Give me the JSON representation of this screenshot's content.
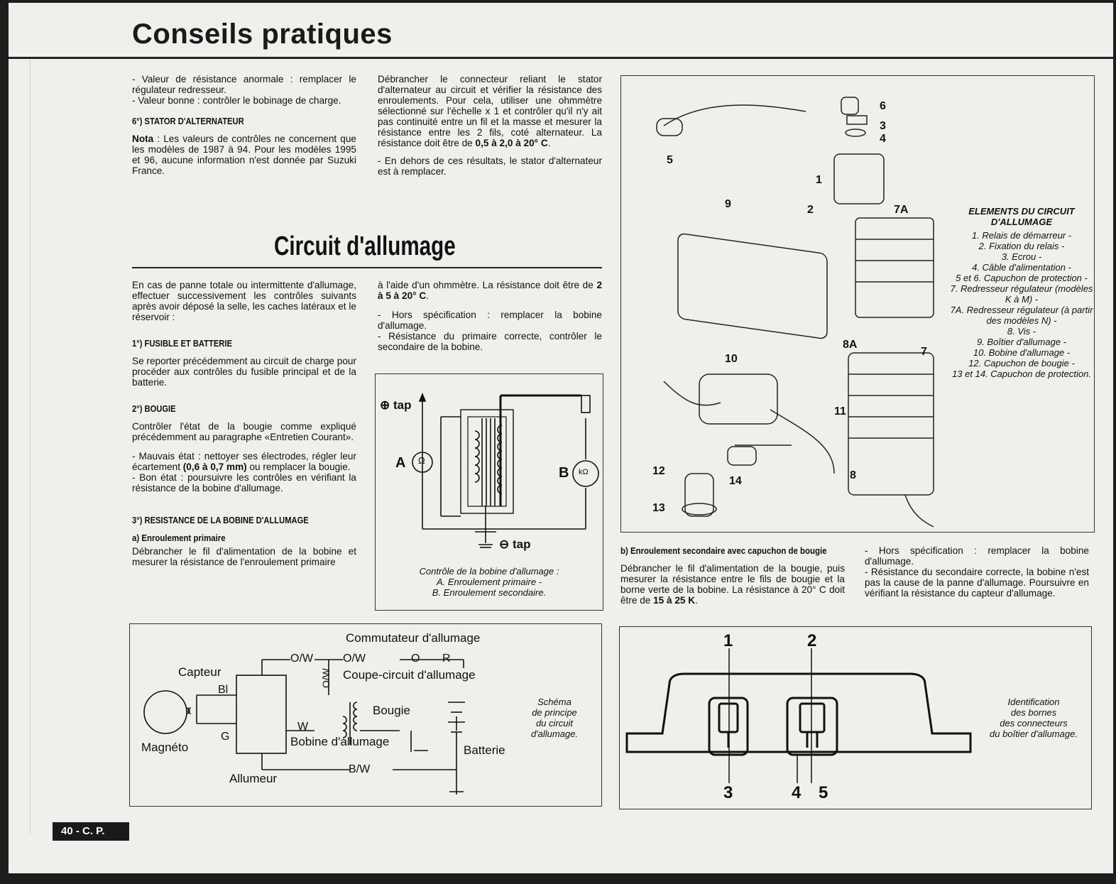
{
  "header": {
    "title": "Conseils pratiques"
  },
  "col1": {
    "p1": "- Valeur de résistance anormale : remplacer le régulateur redresseur.",
    "p2": "- Valeur bonne : contrôler le bobinage de charge.",
    "h6": "6°) STATOR D'ALTERNATEUR",
    "nota_label": "Nota",
    "nota": " : Les valeurs de contrôles ne concernent que les modèles de 1987 à 94. Pour les modèles 1995 et 96, aucune information n'est donnée par Suzuki France."
  },
  "col2": {
    "p1a": "Débrancher le connecteur reliant le stator d'alternateur au circuit et vérifier la résistance des enroulements. Pour cela, utiliser une ohmmètre sélectionné sur l'échelle x 1 et contrôler qu'il n'y ait pas continuité entre un fil et la masse et mesurer la résistance entre les 2 fils, coté alternateur. La résistance doit être de ",
    "p1b": "0,5 à 2,0 à 20° C",
    "p1c": ".",
    "p2": "- En dehors de ces résultats, le stator d'alternateur est à remplacer."
  },
  "section": {
    "title": "Circuit d'allumage"
  },
  "col3": {
    "intro": "En cas de panne totale ou intermittente d'allumage, effectuer successivement les contrôles suivants après avoir déposé la selle, les caches latéraux et le réservoir :",
    "h1": "1°) FUSIBLE ET BATTERIE",
    "t1": "Se reporter précédemment au circuit de charge pour procéder aux contrôles du fusible principal et de la batterie.",
    "h2": "2°) BOUGIE",
    "t2": "Contrôler l'état de la bougie comme expliqué précédemment au paragraphe «Entretien Courant».",
    "t3a": "- Mauvais état : nettoyer ses électrodes, régler leur écartement ",
    "t3b": "(0,6 à 0,7 mm)",
    "t3c": " ou remplacer la bougie.",
    "t4": "- Bon état : poursuivre les contrôles en vérifiant la résistance de la bobine d'allumage.",
    "h3": "3°) RESISTANCE DE LA BOBINE D'ALLUMAGE",
    "h3a": "a) Enroulement primaire",
    "t5": "Débrancher le fil d'alimentation de la bobine et mesurer la résistance de l'enroulement primaire"
  },
  "col4": {
    "t1a": "à l'aide d'un ohmmètre. La résistance doit être de ",
    "t1b": "2 à 5 à 20° C",
    "t1c": ".",
    "t2": "- Hors spécification : remplacer la bobine d'allumage.",
    "t3": "- Résistance du primaire correcte, contrôler le secondaire de la bobine."
  },
  "coil_diagram": {
    "plus_tap": "⊕ tap",
    "minus_tap": "⊖ tap",
    "a": "A",
    "b": "B",
    "ohm": "Ω",
    "kohm": "kΩ",
    "caption1": "Contrôle de la bobine d'allumage :",
    "caption2": "A. Enroulement primaire -",
    "caption3": "B. Enroulement secondaire."
  },
  "exploded": {
    "title": "ELEMENTS DU CIRCUIT D'ALLUMAGE",
    "items": [
      "1. Relais de démarreur -",
      "2. Fixation du relais -",
      "3. Ecrou -",
      "4. Câble d'alimentation -",
      "5 et 6. Capuchon de protection -",
      "7. Redresseur régulateur (modèles K à M) -",
      "7A. Redresseur régulateur (à partir des modèles N) -",
      "8. Vis -",
      "9. Boîtier d'allumage -",
      "10. Bobine d'allumage -",
      "12. Capuchon de bougie -",
      "13 et 14. Capuchon de protection."
    ],
    "callouts": [
      "6",
      "3",
      "4",
      "5",
      "1",
      "2",
      "9",
      "7A",
      "8A",
      "10",
      "7",
      "11",
      "12",
      "14",
      "8",
      "13"
    ]
  },
  "col5": {
    "h": "b) Enroulement secondaire avec capuchon de bougie",
    "t1a": "Débrancher le fil d'alimentation de la bougie, puis mesurer la résistance entre le fils de bougie et la borne verte de la bobine. La résistance à 20° C doit être de ",
    "t1b": "15 à 25 K",
    "t1c": "."
  },
  "col6": {
    "t1": "- Hors spécification : remplacer la bobine d'allumage.",
    "t2": "- Résistance du secondaire correcte, la bobine n'est pas la cause de la panne d'allumage. Poursuivre en vérifiant la résistance du capteur d'allumage."
  },
  "schematic": {
    "commutateur": "Commutateur d'allumage",
    "ow": "O/W",
    "ow2": "O/W",
    "o": "O",
    "r": "R",
    "ow_v": "O/W",
    "coupe": "Coupe-circuit d'allumage",
    "capteur": "Capteur",
    "bi": "Bl",
    "g": "G",
    "w": "W",
    "bougie": "Bougie",
    "bobine": "Bobine d'allumage",
    "batterie": "Batterie",
    "magneto": "Magnéto",
    "bw": "B/W",
    "allumeur": "Allumeur",
    "caption1": "Schéma",
    "caption2": "de principe",
    "caption3": "du circuit",
    "caption4": "d'allumage."
  },
  "connector": {
    "n1": "1",
    "n2": "2",
    "n3": "3",
    "n4": "4",
    "n5": "5",
    "caption1": "Identification",
    "caption2": "des bornes",
    "caption3": "des connecteurs",
    "caption4": "du boîtier d'allumage."
  },
  "footer": {
    "page": "40 - C. P."
  }
}
